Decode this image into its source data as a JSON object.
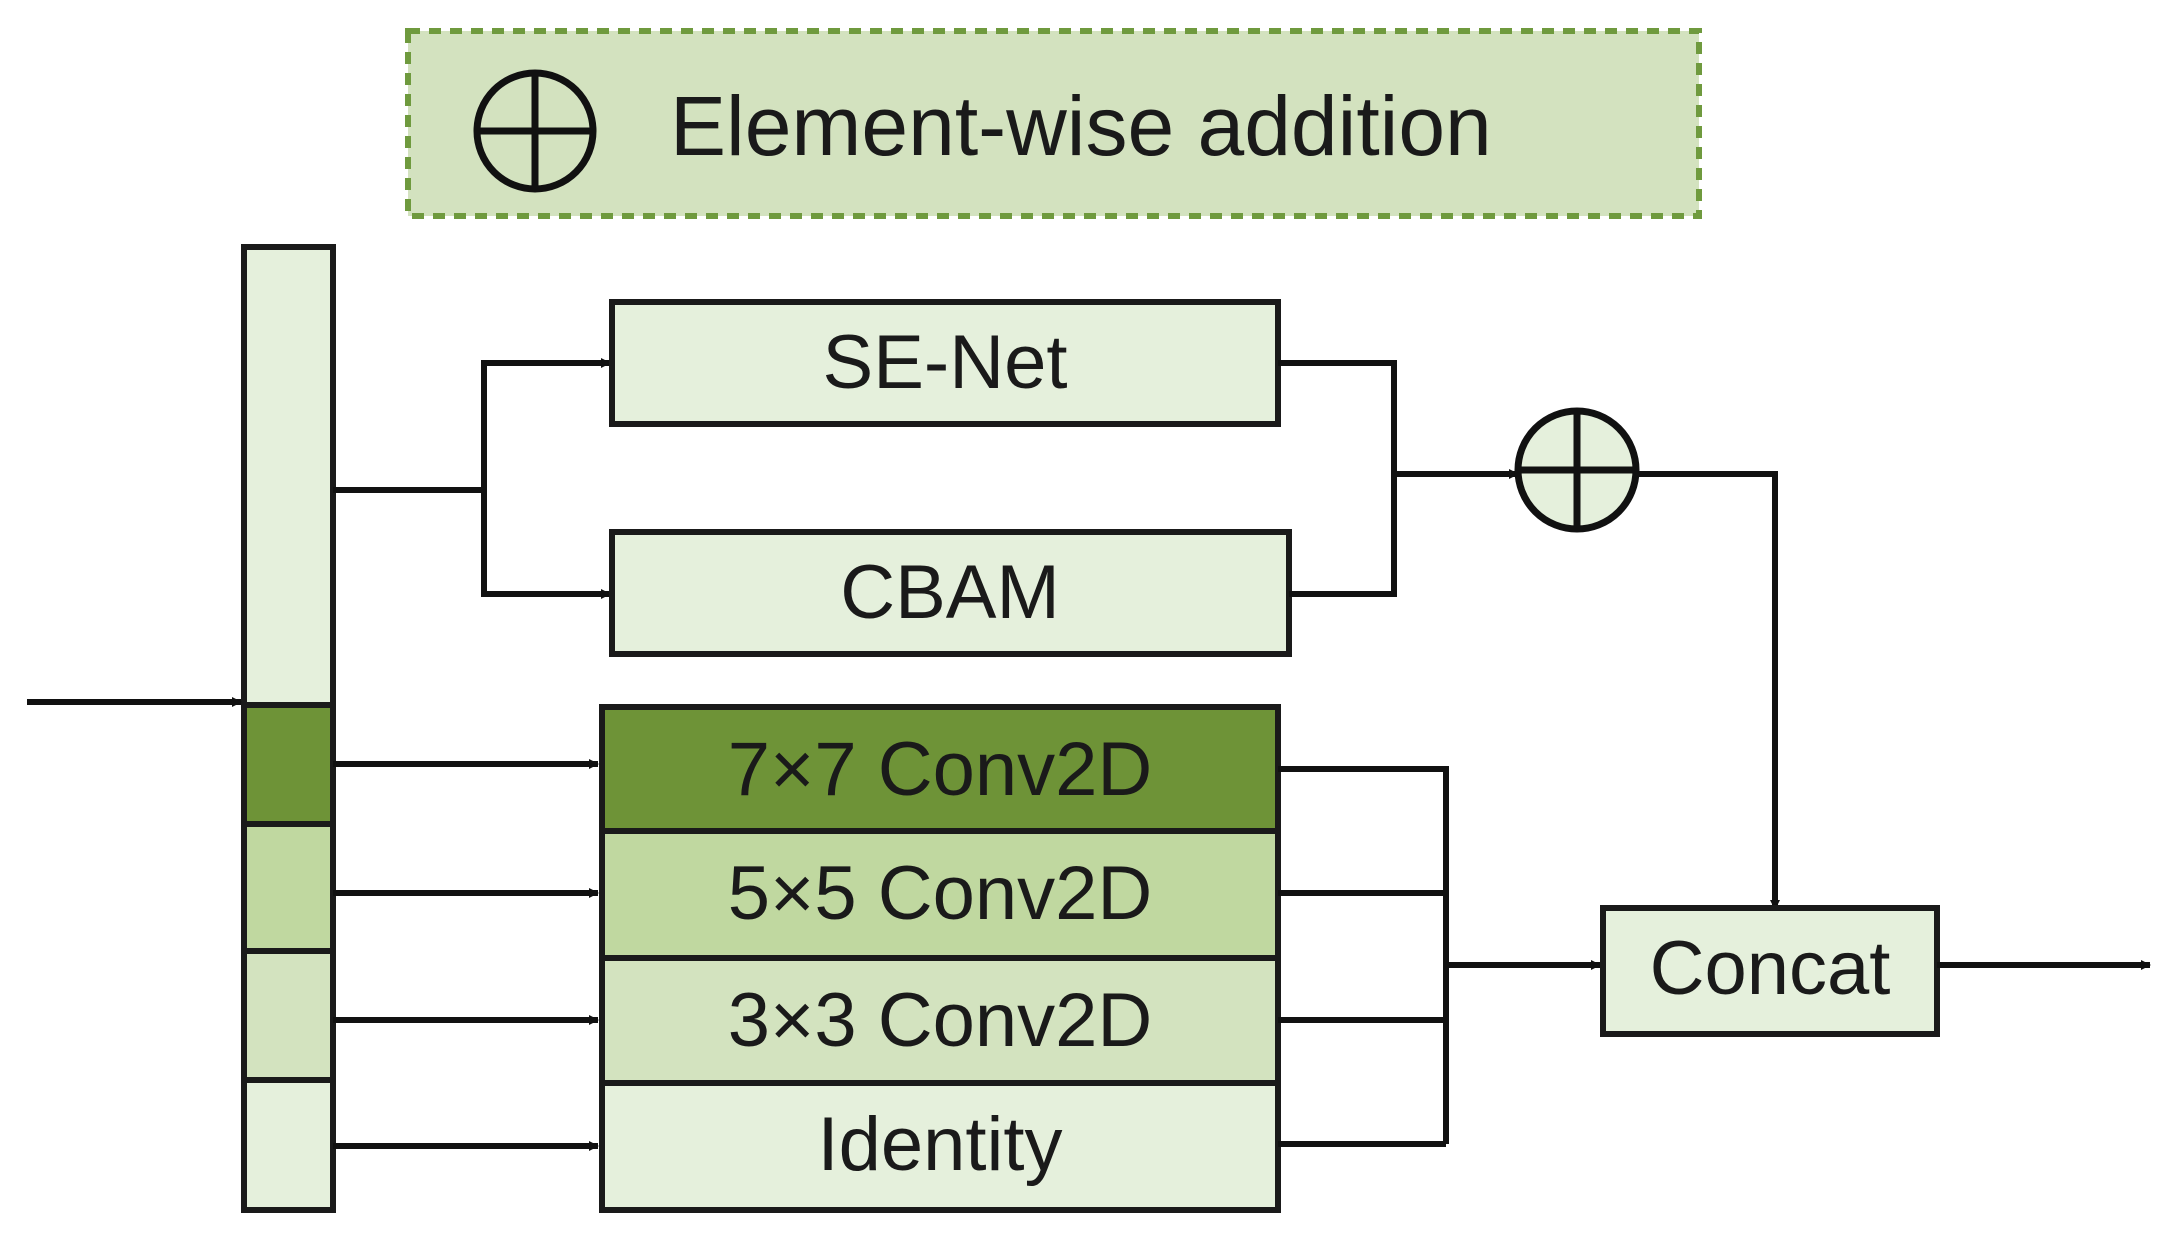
{
  "legend": {
    "label": "Element-wise addition",
    "symbol_icon": "circled-plus-icon",
    "fill": "#d3e2bf",
    "border": "#6f9a3e"
  },
  "attention": {
    "se_net": "SE-Net",
    "cbam": "CBAM"
  },
  "conv_branches": [
    {
      "label": "7×7 Conv2D",
      "color": "#6e9337"
    },
    {
      "label": "5×5 Conv2D",
      "color": "#c0d8a0"
    },
    {
      "label": "3×3 Conv2D",
      "color": "#d3e3bf"
    },
    {
      "label": "Identity",
      "color": "#e5f0dc"
    }
  ],
  "input_bar_colors": {
    "top": "#e5f0dc",
    "seg_7x7": "#6e9337",
    "seg_5x5": "#c0d8a0",
    "seg_3x3": "#d3e3bf",
    "seg_identity": "#e5f0dc"
  },
  "box_fill": "#e5f0dc",
  "concat": "Concat"
}
